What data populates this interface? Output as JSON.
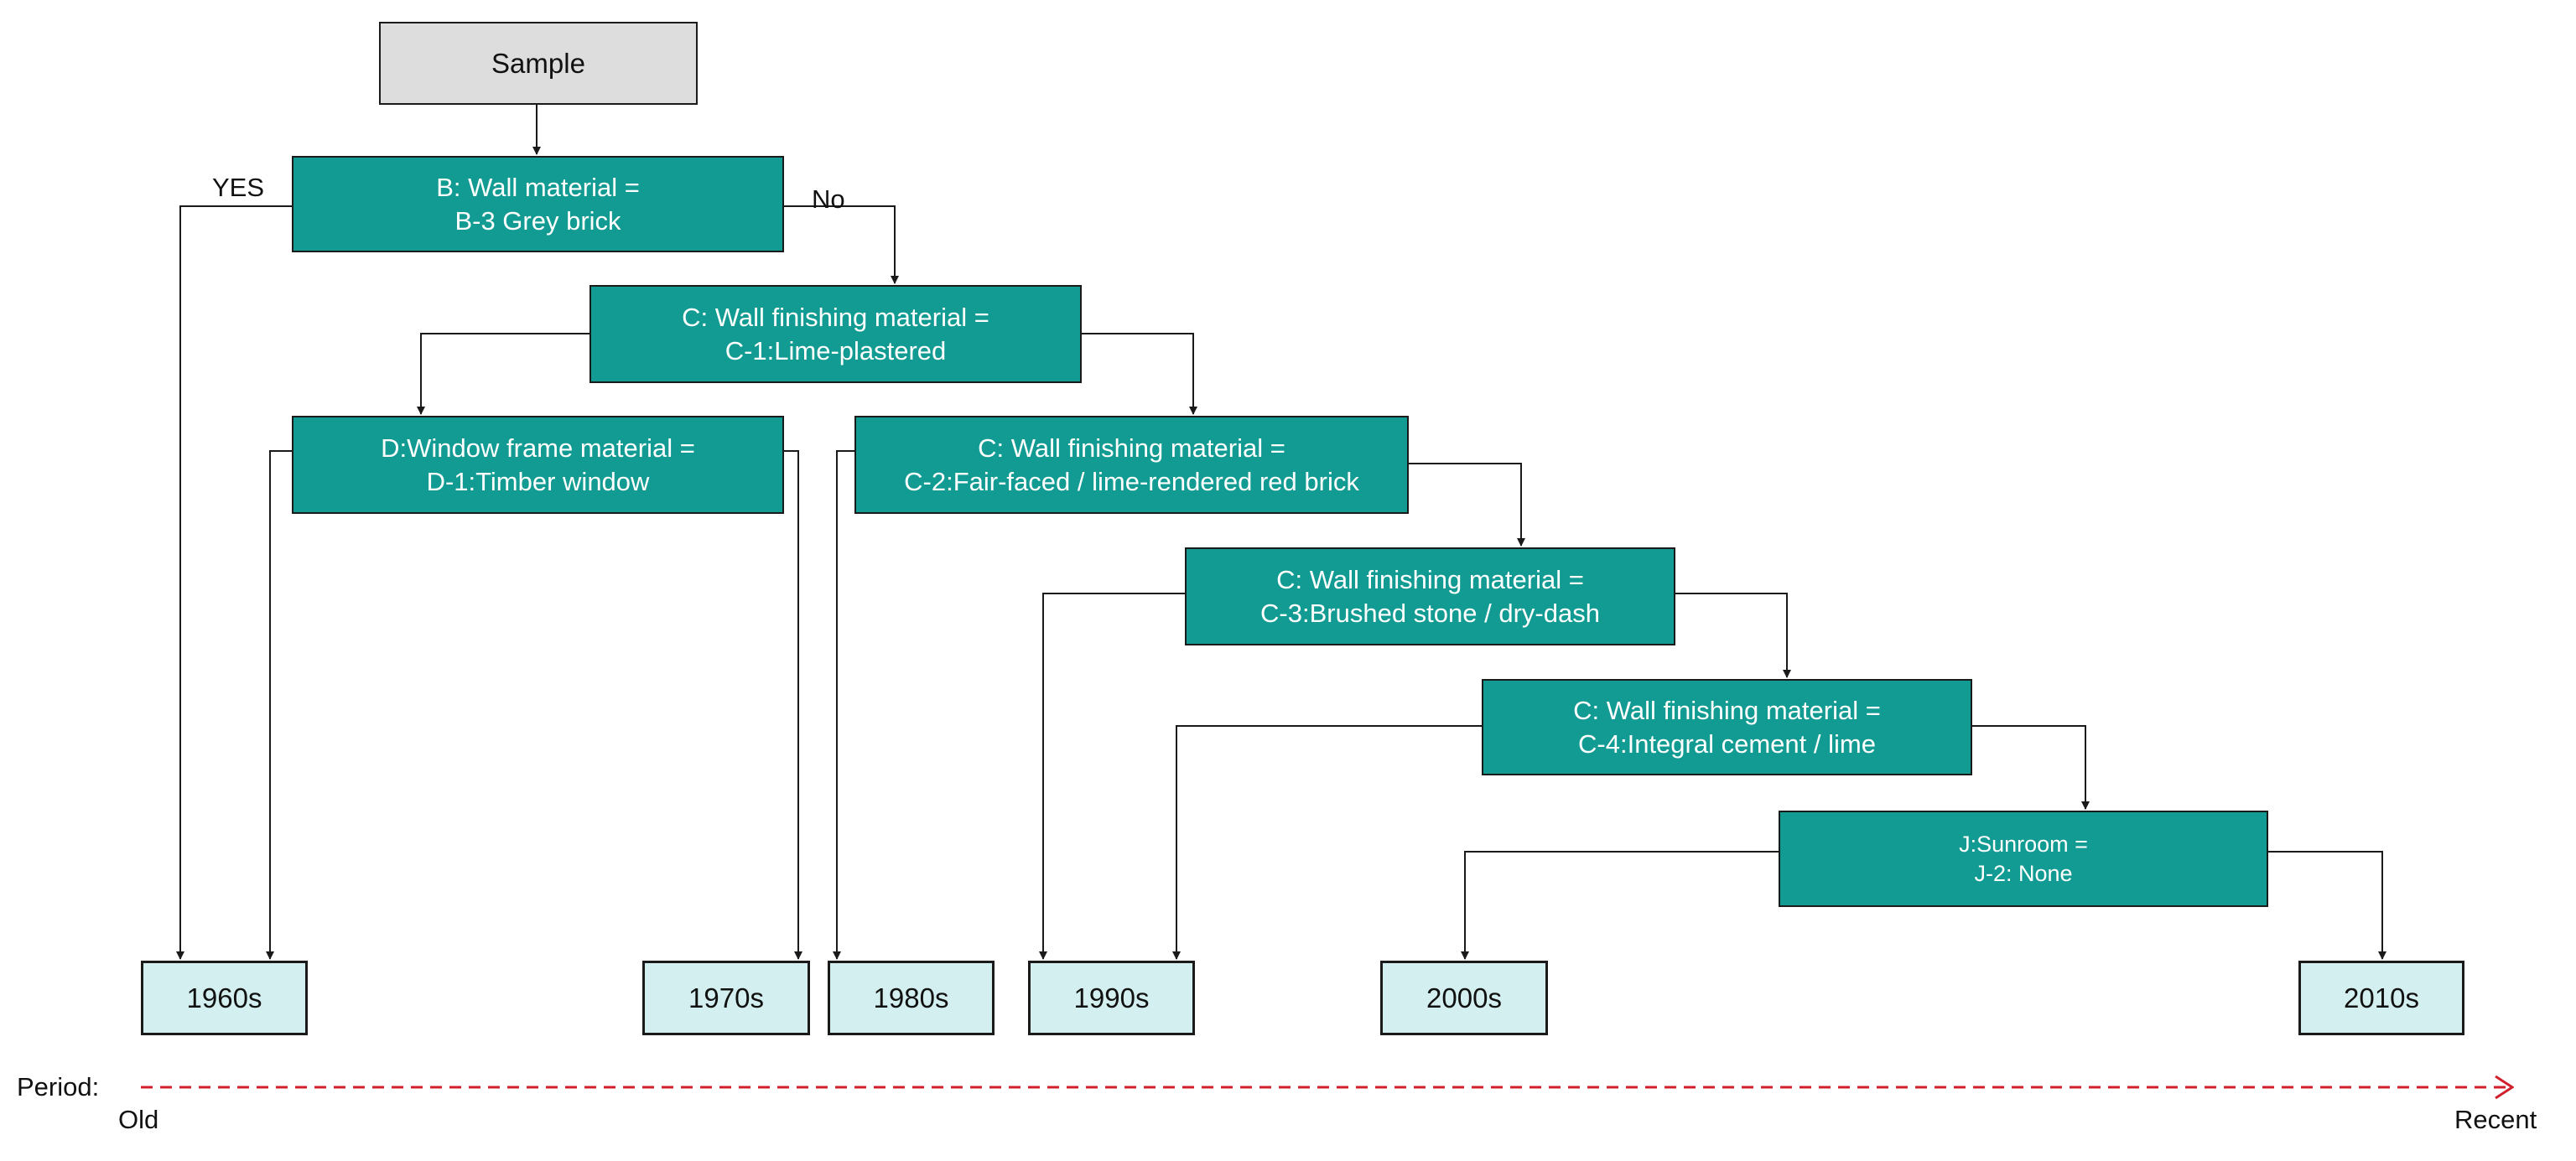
{
  "nodes": {
    "sample": "Sample",
    "b_line1": "B: Wall material =",
    "b_line2": "B-3 Grey brick",
    "c1_line1": "C: Wall finishing material =",
    "c1_line2": "C-1:Lime-plastered",
    "d_line1": "D:Window frame material =",
    "d_line2": "D-1:Timber window",
    "c2_line1": "C: Wall finishing material =",
    "c2_line2": "C-2:Fair-faced / lime-rendered red brick",
    "c3_line1": "C: Wall finishing material =",
    "c3_line2": "C-3:Brushed stone / dry-dash",
    "c4_line1": "C: Wall finishing material =",
    "c4_line2": "C-4:Integral cement / lime",
    "j_line1": "J:Sunroom =",
    "j_line2": "J-2: None"
  },
  "edge_labels": {
    "yes": "YES",
    "no": "No"
  },
  "leaves": {
    "l1960": "1960s",
    "l1970": "1970s",
    "l1980": "1980s",
    "l1990": "1990s",
    "l2000": "2000s",
    "l2010": "2010s"
  },
  "period": {
    "label": "Period:",
    "old": "Old",
    "recent": "Recent"
  },
  "colors": {
    "decision": "#129b92",
    "start": "#dddddd",
    "leaf": "#d3efef",
    "axis": "#d21f2c"
  }
}
